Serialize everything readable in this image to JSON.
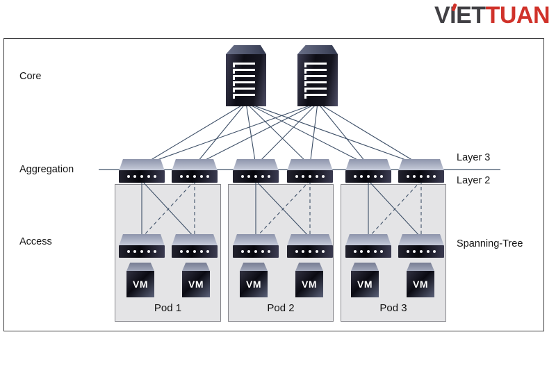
{
  "logo": {
    "dark_text": "VIET",
    "red_text": "TUAN",
    "brand_red": "#d0322a",
    "brand_dark": "#414044"
  },
  "layer_labels": {
    "core": "Core",
    "aggregation": "Aggregation",
    "access": "Access"
  },
  "annotations": {
    "layer3": "Layer 3",
    "layer2": "Layer 2",
    "spanning_tree": "Spanning-Tree"
  },
  "pods": [
    {
      "label": "Pod 1",
      "vms": [
        "VM",
        "VM"
      ]
    },
    {
      "label": "Pod 2",
      "vms": [
        "VM",
        "VM"
      ]
    },
    {
      "label": "Pod 3",
      "vms": [
        "VM",
        "VM"
      ]
    }
  ],
  "topology": {
    "core_switch_count": 2,
    "aggregation_switch_count": 6,
    "access_switch_count": 6,
    "link_color": "#3e5068",
    "solid_links": "aggregation-to-access active",
    "dashed_links": "aggregation-to-access blocked (spanning-tree)"
  }
}
